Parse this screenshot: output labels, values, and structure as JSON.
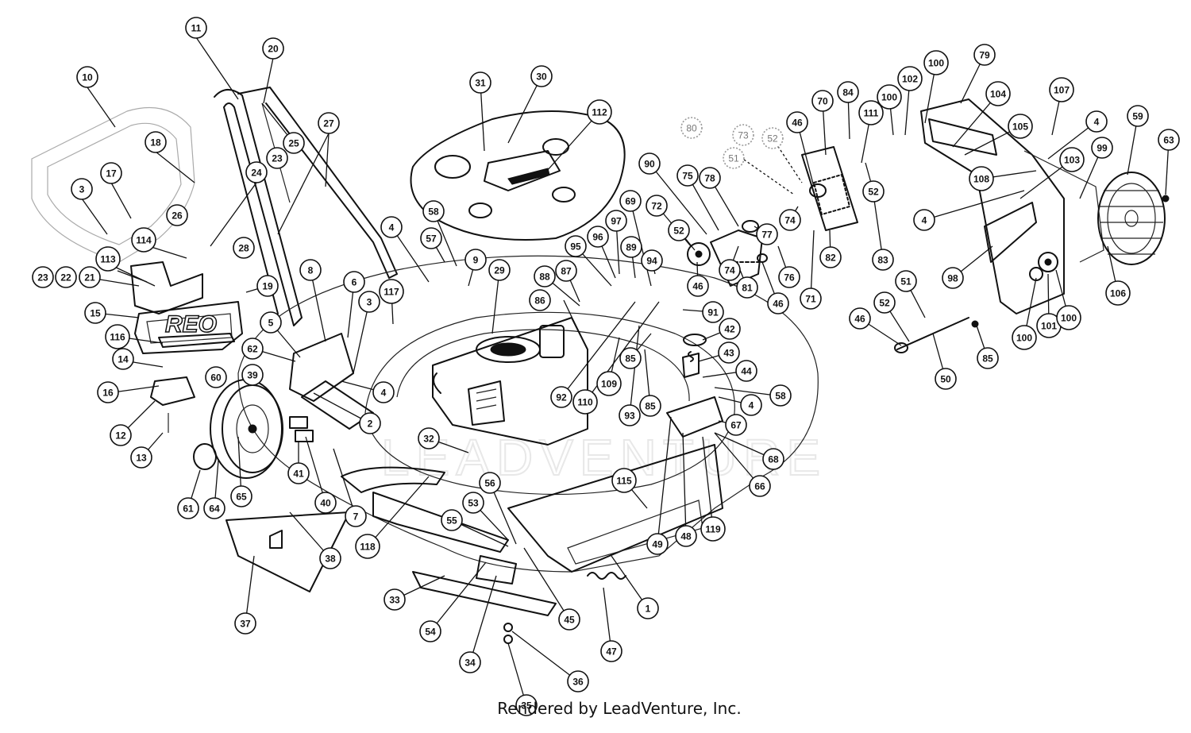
{
  "diagram": {
    "brand_logo_text": "REO",
    "watermark_text": "LEADVENTURE",
    "footer_text": "Rendered by LeadVenture, Inc.",
    "callouts": [
      {
        "id": "c10",
        "label": "10"
      },
      {
        "id": "c11",
        "label": "11"
      },
      {
        "id": "c20",
        "label": "20"
      },
      {
        "id": "c18",
        "label": "18"
      },
      {
        "id": "c25",
        "label": "25"
      },
      {
        "id": "c27",
        "label": "27"
      },
      {
        "id": "c23a",
        "label": "23"
      },
      {
        "id": "c3a",
        "label": "3"
      },
      {
        "id": "c17",
        "label": "17"
      },
      {
        "id": "c24",
        "label": "24"
      },
      {
        "id": "c26",
        "label": "26"
      },
      {
        "id": "c114",
        "label": "114"
      },
      {
        "id": "c28",
        "label": "28"
      },
      {
        "id": "c113",
        "label": "113"
      },
      {
        "id": "c23b",
        "label": "23"
      },
      {
        "id": "c22",
        "label": "22"
      },
      {
        "id": "c21",
        "label": "21"
      },
      {
        "id": "c19",
        "label": "19"
      },
      {
        "id": "c15",
        "label": "15"
      },
      {
        "id": "c116",
        "label": "116"
      },
      {
        "id": "c14",
        "label": "14"
      },
      {
        "id": "c16",
        "label": "16"
      },
      {
        "id": "c12",
        "label": "12"
      },
      {
        "id": "c13",
        "label": "13"
      },
      {
        "id": "c8",
        "label": "8"
      },
      {
        "id": "c6",
        "label": "6"
      },
      {
        "id": "c3b",
        "label": "3"
      },
      {
        "id": "c5",
        "label": "5"
      },
      {
        "id": "c117",
        "label": "117"
      },
      {
        "id": "c4a",
        "label": "4"
      },
      {
        "id": "c62",
        "label": "62"
      },
      {
        "id": "c60",
        "label": "60"
      },
      {
        "id": "c39",
        "label": "39"
      },
      {
        "id": "c4b",
        "label": "4"
      },
      {
        "id": "c2",
        "label": "2"
      },
      {
        "id": "c61",
        "label": "61"
      },
      {
        "id": "c64",
        "label": "64"
      },
      {
        "id": "c65",
        "label": "65"
      },
      {
        "id": "c41",
        "label": "41"
      },
      {
        "id": "c40",
        "label": "40"
      },
      {
        "id": "c7",
        "label": "7"
      },
      {
        "id": "c38",
        "label": "38"
      },
      {
        "id": "c37",
        "label": "37"
      },
      {
        "id": "c30",
        "label": "30"
      },
      {
        "id": "c31",
        "label": "31"
      },
      {
        "id": "c112",
        "label": "112"
      },
      {
        "id": "c58a",
        "label": "58"
      },
      {
        "id": "c57",
        "label": "57"
      },
      {
        "id": "c9",
        "label": "9"
      },
      {
        "id": "c29",
        "label": "29"
      },
      {
        "id": "c32",
        "label": "32"
      },
      {
        "id": "c118",
        "label": "118"
      },
      {
        "id": "c33",
        "label": "33"
      },
      {
        "id": "c54",
        "label": "54"
      },
      {
        "id": "c34",
        "label": "34"
      },
      {
        "id": "c35",
        "label": "35"
      },
      {
        "id": "c36",
        "label": "36"
      },
      {
        "id": "c55",
        "label": "55"
      },
      {
        "id": "c53",
        "label": "53"
      },
      {
        "id": "c56",
        "label": "56"
      },
      {
        "id": "c45",
        "label": "45"
      },
      {
        "id": "c47",
        "label": "47"
      },
      {
        "id": "c1",
        "label": "1"
      },
      {
        "id": "c115",
        "label": "115"
      },
      {
        "id": "c49",
        "label": "49"
      },
      {
        "id": "c48",
        "label": "48"
      },
      {
        "id": "c119",
        "label": "119"
      },
      {
        "id": "c66",
        "label": "66"
      },
      {
        "id": "c68",
        "label": "68"
      },
      {
        "id": "c67",
        "label": "67"
      },
      {
        "id": "c4c",
        "label": "4"
      },
      {
        "id": "c58b",
        "label": "58"
      },
      {
        "id": "c44",
        "label": "44"
      },
      {
        "id": "c43",
        "label": "43"
      },
      {
        "id": "c42",
        "label": "42"
      },
      {
        "id": "c85a",
        "label": "85"
      },
      {
        "id": "c85b",
        "label": "85"
      },
      {
        "id": "c93",
        "label": "93"
      },
      {
        "id": "c109",
        "label": "109"
      },
      {
        "id": "c110",
        "label": "110"
      },
      {
        "id": "c92",
        "label": "92"
      },
      {
        "id": "c91",
        "label": "91"
      },
      {
        "id": "c86",
        "label": "86"
      },
      {
        "id": "c88",
        "label": "88"
      },
      {
        "id": "c87",
        "label": "87"
      },
      {
        "id": "c95",
        "label": "95"
      },
      {
        "id": "c96",
        "label": "96"
      },
      {
        "id": "c97",
        "label": "97"
      },
      {
        "id": "c89",
        "label": "89"
      },
      {
        "id": "c94",
        "label": "94"
      },
      {
        "id": "c69",
        "label": "69"
      },
      {
        "id": "c90",
        "label": "90"
      },
      {
        "id": "c72",
        "label": "72"
      },
      {
        "id": "c52a",
        "label": "52"
      },
      {
        "id": "c46a",
        "label": "46"
      },
      {
        "id": "c75",
        "label": "75"
      },
      {
        "id": "c78",
        "label": "78"
      },
      {
        "id": "c80",
        "label": "80",
        "faded": true
      },
      {
        "id": "c73",
        "label": "73",
        "faded": true
      },
      {
        "id": "c51a",
        "label": "51",
        "faded": true
      },
      {
        "id": "c52b",
        "label": "52",
        "faded": true
      },
      {
        "id": "c77",
        "label": "77"
      },
      {
        "id": "c74a",
        "label": "74"
      },
      {
        "id": "c74b",
        "label": "74"
      },
      {
        "id": "c81",
        "label": "81"
      },
      {
        "id": "c46b",
        "label": "46"
      },
      {
        "id": "c76",
        "label": "76"
      },
      {
        "id": "c71",
        "label": "71"
      },
      {
        "id": "c46c",
        "label": "46"
      },
      {
        "id": "c70",
        "label": "70"
      },
      {
        "id": "c82",
        "label": "82"
      },
      {
        "id": "c84",
        "label": "84"
      },
      {
        "id": "c111",
        "label": "111"
      },
      {
        "id": "c100a",
        "label": "100"
      },
      {
        "id": "c102",
        "label": "102"
      },
      {
        "id": "c100b",
        "label": "100"
      },
      {
        "id": "c79",
        "label": "79"
      },
      {
        "id": "c104",
        "label": "104"
      },
      {
        "id": "c105",
        "label": "105"
      },
      {
        "id": "c107",
        "label": "107"
      },
      {
        "id": "c52c",
        "label": "52"
      },
      {
        "id": "c83",
        "label": "83"
      },
      {
        "id": "c108",
        "label": "108"
      },
      {
        "id": "c4d",
        "label": "4"
      },
      {
        "id": "c4e",
        "label": "4"
      },
      {
        "id": "c103",
        "label": "103"
      },
      {
        "id": "c99",
        "label": "99"
      },
      {
        "id": "c59",
        "label": "59"
      },
      {
        "id": "c63",
        "label": "63"
      },
      {
        "id": "c98",
        "label": "98"
      },
      {
        "id": "c106",
        "label": "106"
      },
      {
        "id": "c100c",
        "label": "100"
      },
      {
        "id": "c101",
        "label": "101"
      },
      {
        "id": "c100d",
        "label": "100"
      },
      {
        "id": "c51b",
        "label": "51"
      },
      {
        "id": "c52d",
        "label": "52"
      },
      {
        "id": "c46d",
        "label": "46"
      },
      {
        "id": "c50",
        "label": "50"
      },
      {
        "id": "c85c",
        "label": "85"
      }
    ]
  }
}
